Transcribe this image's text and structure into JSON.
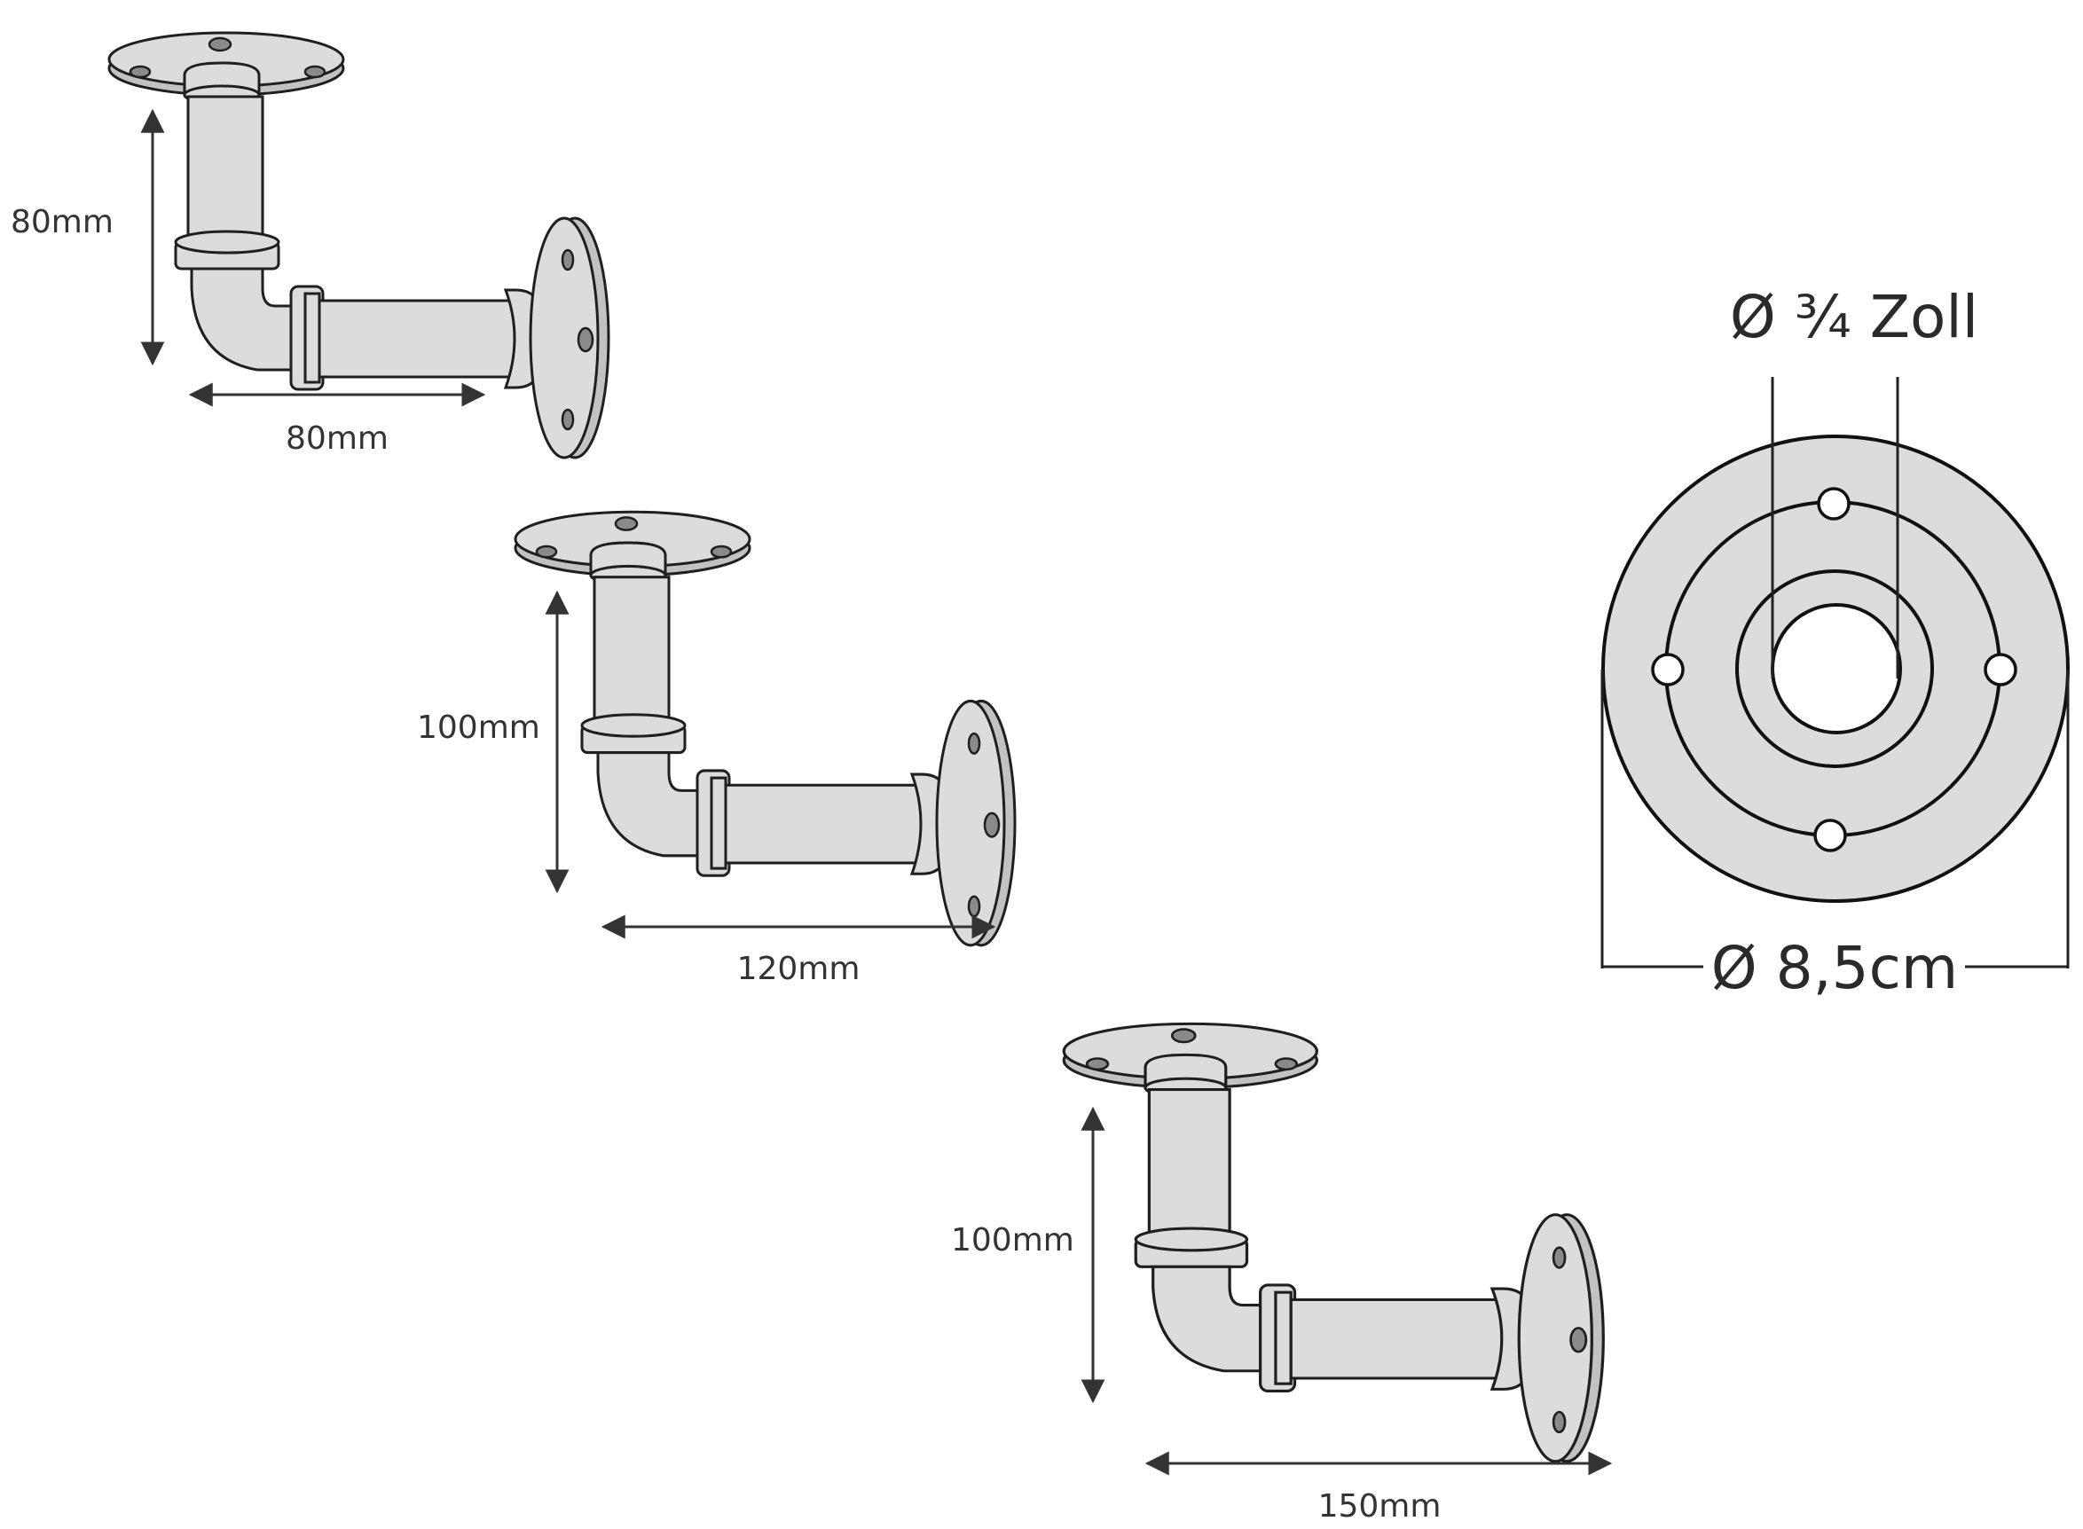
{
  "brackets": [
    {
      "height_label": "80mm",
      "length_label": "80mm"
    },
    {
      "height_label": "100mm",
      "length_label": "120mm"
    },
    {
      "height_label": "100mm",
      "length_label": "150mm"
    }
  ],
  "flange": {
    "bore_label": "Ø ¾ Zoll",
    "outer_label": "Ø 8,5cm"
  }
}
